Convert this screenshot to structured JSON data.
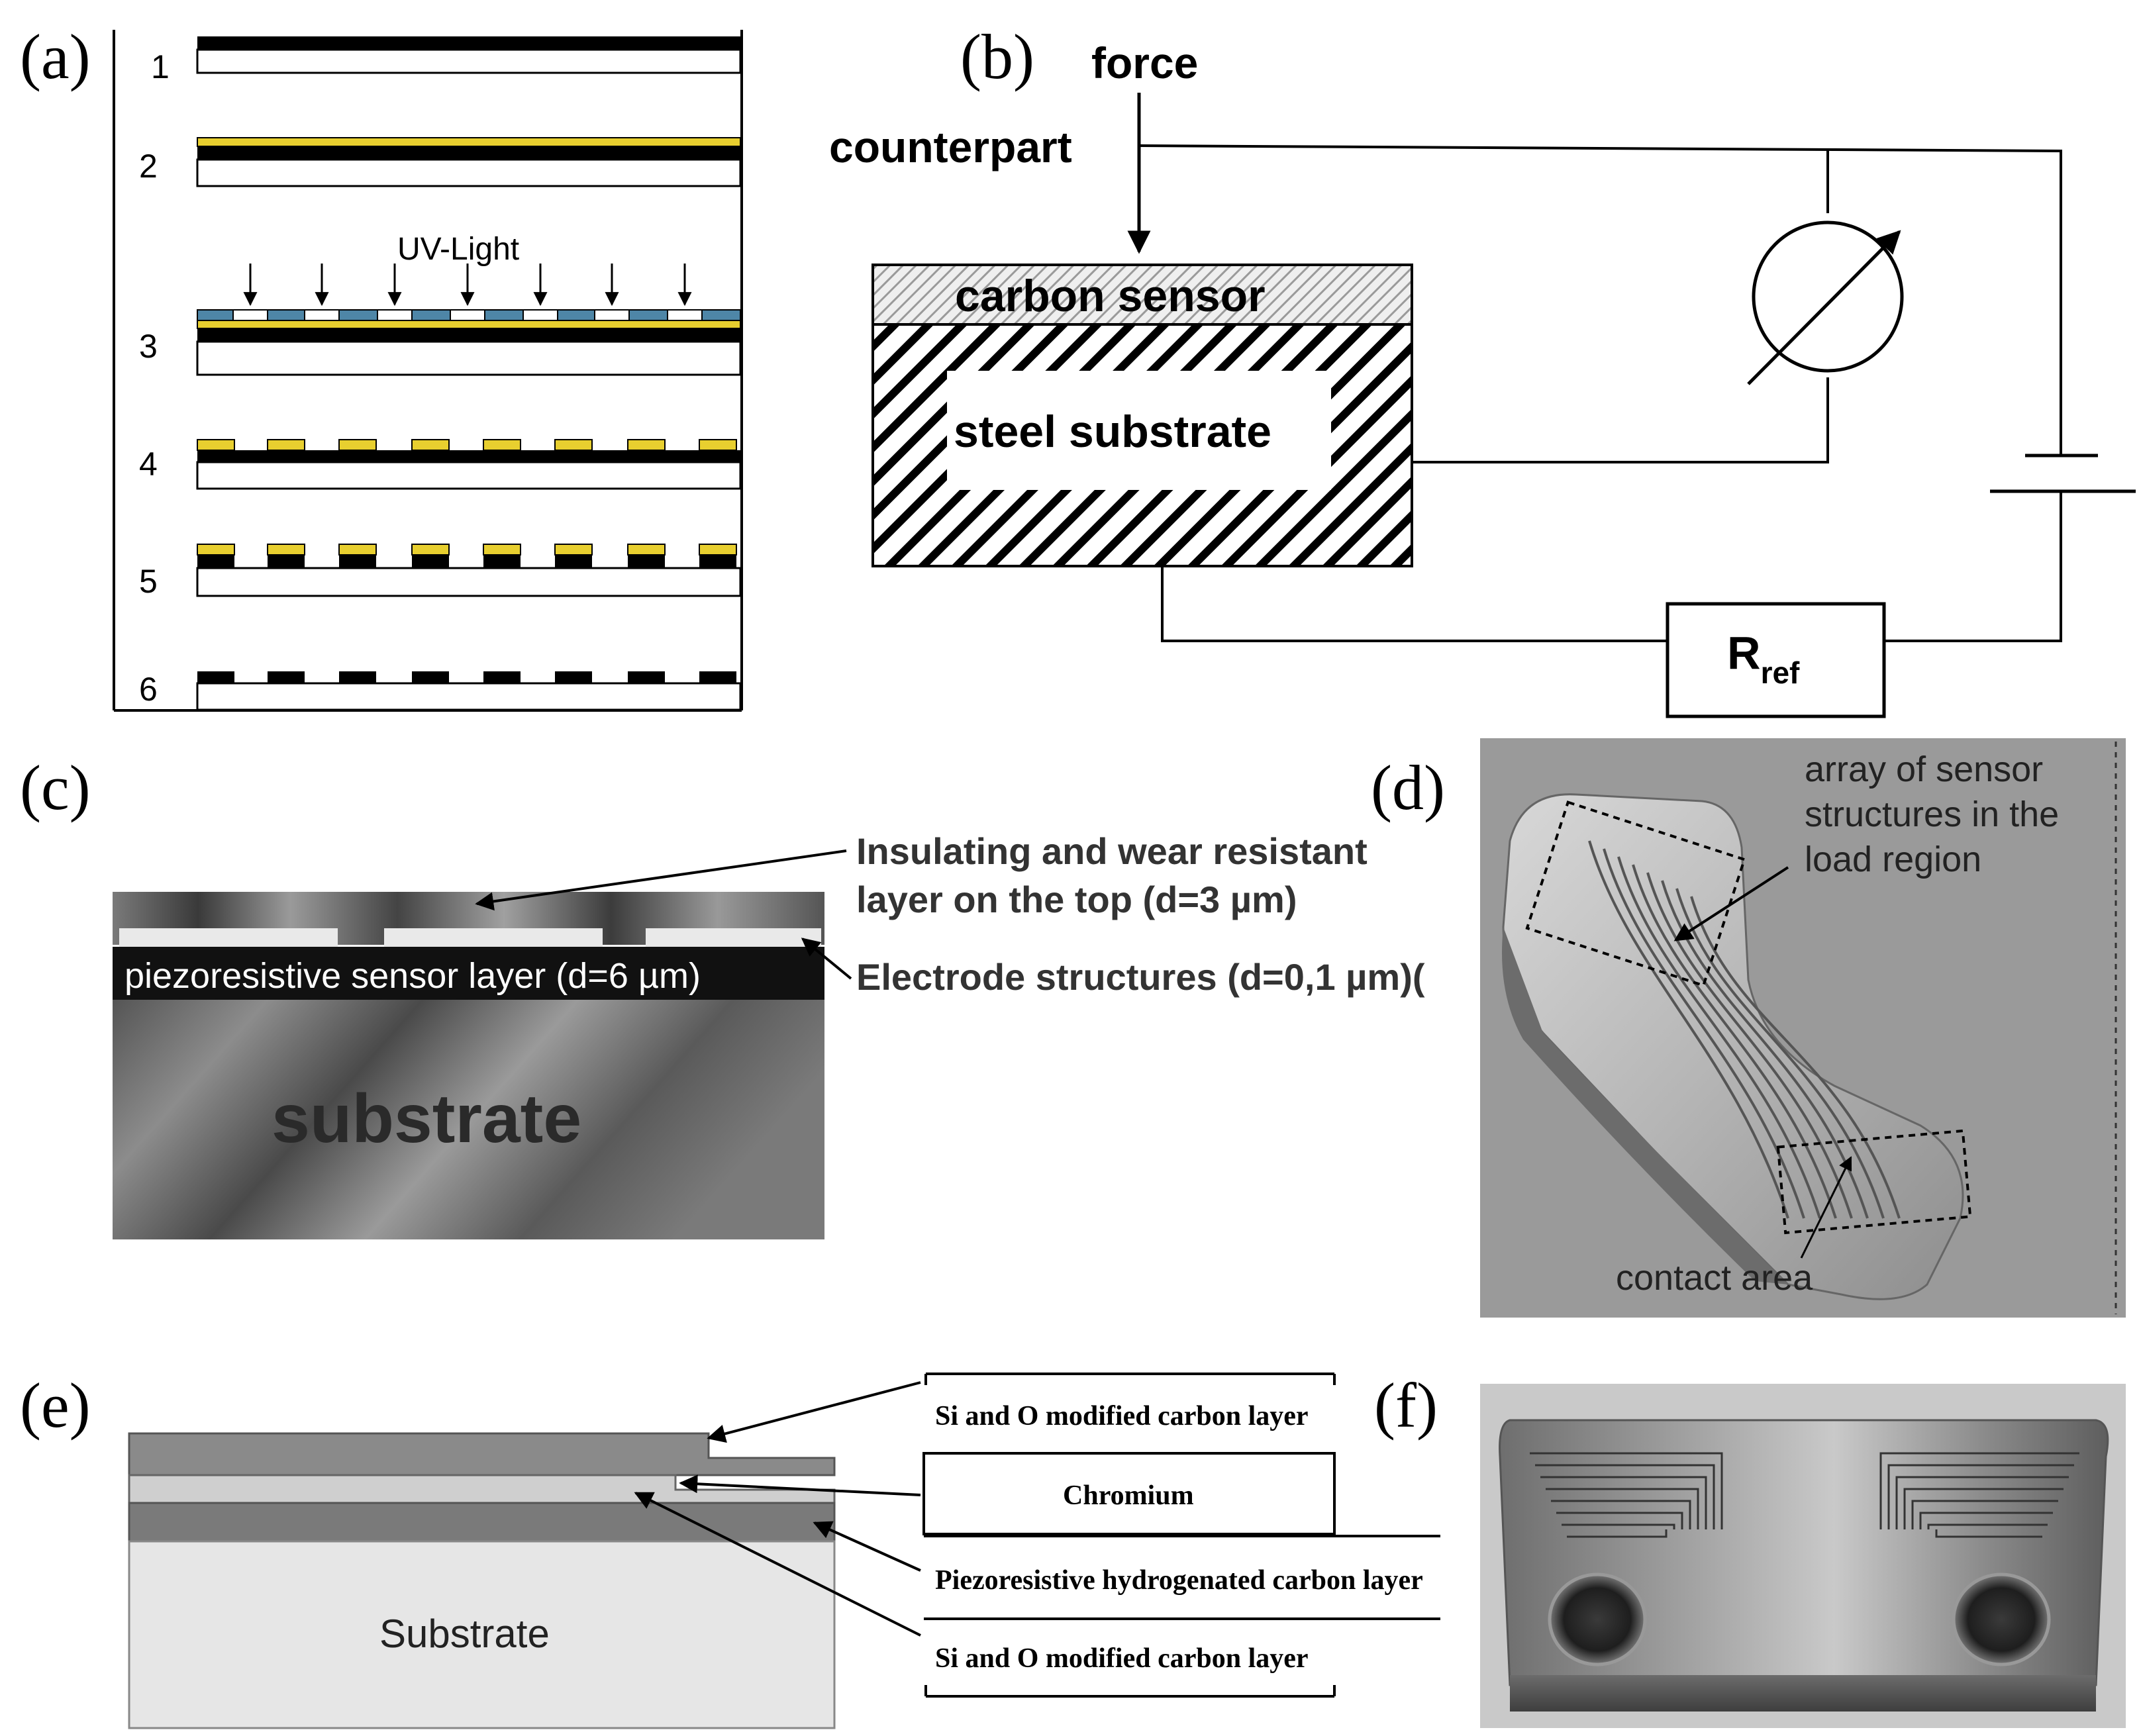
{
  "panels": {
    "a": {
      "label": "(a)",
      "steps": [
        "1",
        "2",
        "3",
        "4",
        "5",
        "6"
      ],
      "uv_label": "UV-Light"
    },
    "b": {
      "label": "(b)",
      "force": "force",
      "counterpart": "counterpart",
      "carbon_sensor": "carbon sensor",
      "steel_substrate": "steel substrate",
      "r_main": "R",
      "r_sub": "ref"
    },
    "c": {
      "label": "(c)",
      "insulating_line1": "Insulating and wear resistant",
      "insulating_line2": "layer on the top (d=3 µm)",
      "sensor_layer": "piezoresistive sensor layer (d=6 µm)",
      "electrode": "Electrode structures (d=0,1 µm)(",
      "substrate": "substrate"
    },
    "d": {
      "label": "(d)",
      "array_line1": "array of sensor",
      "array_line2": "structures in the",
      "array_line3": "load region",
      "contact": "contact area"
    },
    "e": {
      "label": "(e)",
      "layer_top": "Si and O modified carbon layer",
      "chromium": "Chromium",
      "piezo": "Piezoresistive hydrogenated carbon layer",
      "layer_bottom": "Si and O modified carbon layer",
      "substrate": "Substrate"
    },
    "f": {
      "label": "(f)"
    }
  },
  "colors": {
    "gold": "#e8cf2f",
    "blue_mask": "#4e86a7",
    "black": "#000000",
    "photo_gray": "#8a8a8a"
  }
}
